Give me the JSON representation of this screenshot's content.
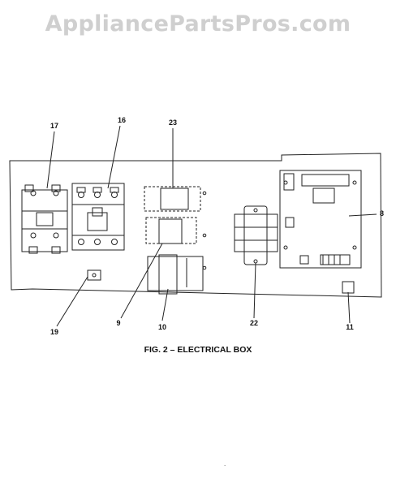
{
  "watermark": "AppliancePartsPros.com",
  "caption": "FIG. 2 – ELECTRICAL BOX",
  "callouts": {
    "c17": "17",
    "c16": "16",
    "c23": "23",
    "c8": "8",
    "c19": "19",
    "c9": "9",
    "c10": "10",
    "c22": "22",
    "c11": "11"
  },
  "stray_mark": "."
}
